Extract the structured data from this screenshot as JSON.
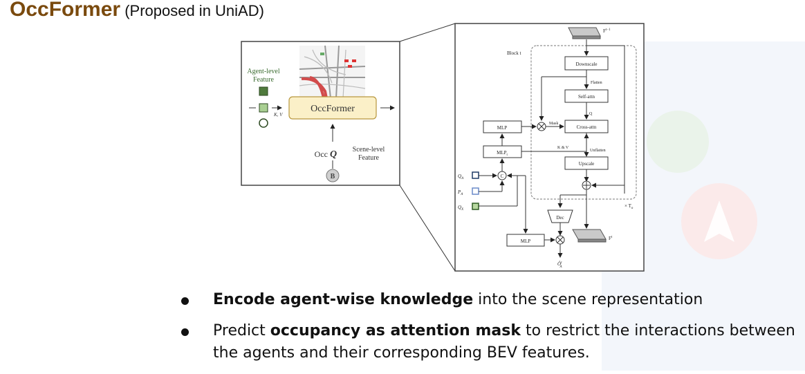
{
  "slide": {
    "title_main": "OccFormer",
    "title_sub": " (Proposed in UniAD)"
  },
  "left_panel": {
    "agent_label_line1": "Agent-level",
    "agent_label_line2": "Feature",
    "kv_label": "K, V",
    "occformer_label": "OccFormer",
    "occ_label": "Occ",
    "q_label": "Q",
    "scene_label_line1": "Scene-level",
    "scene_label_line2": "Feature",
    "bev_label": "B"
  },
  "right_panel": {
    "f_prev": "F",
    "f_prev_sup": "t−1",
    "block_label": "Block t",
    "downscale": "Downscale",
    "flatten": "Flatten",
    "self_attn": "Self-attn",
    "q_label": "Q",
    "mask_label": "Mask",
    "cross_attn": "Cross-attn",
    "mlp_top": "MLP",
    "mlp_t": "MLP",
    "mlp_t_sub": "t",
    "kv_label": "K & V",
    "unflatten": "Unflatten",
    "upscale": "Upscale",
    "qa": "Q",
    "qa_sub": "A",
    "pa": "P",
    "pa_sub": "A",
    "qx": "Q",
    "qx_sub": "X",
    "times_label": "× T",
    "times_sub": "o",
    "dec": "Dec",
    "mlp_bottom": "MLP",
    "f_t": "F",
    "f_t_sup": "t",
    "o_out": "Ô",
    "o_out_sup": "t",
    "o_out_sub": "A",
    "concat": "C"
  },
  "bullets": [
    {
      "bold": "Encode agent-wise knowledge",
      "rest": " into the scene representation"
    },
    {
      "pre": "Predict ",
      "bold": "occupancy as attention mask",
      "rest": " to restrict the interactions between the agents and their corresponding BEV features."
    }
  ],
  "colors": {
    "title": "#7a4a0e",
    "occformer_box": "#fbf0c8",
    "agent_green": "#5c8a4a",
    "pa_blue": "#6a8ac8",
    "qa_navy": "#1f3a66"
  }
}
